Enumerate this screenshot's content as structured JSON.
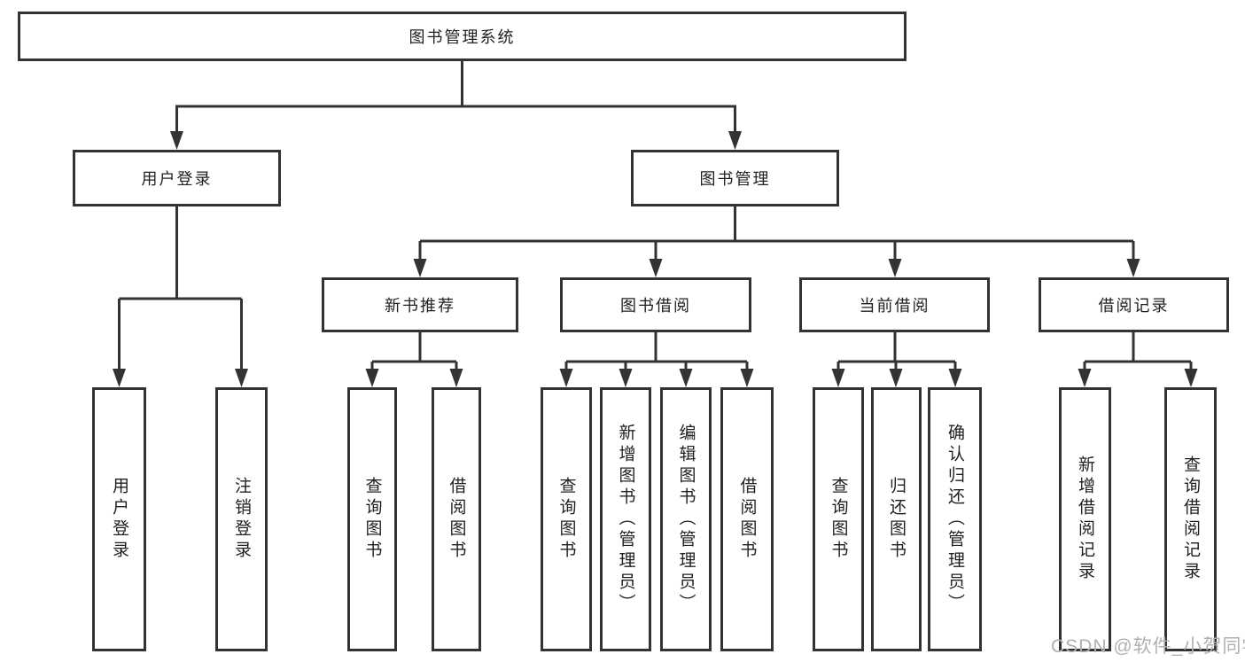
{
  "diagram_type": "functional-structure-tree",
  "tree": {
    "label": "图书管理系统",
    "children": [
      {
        "label": "用户登录",
        "children": [
          {
            "label": "用户登录"
          },
          {
            "label": "注销登录"
          }
        ]
      },
      {
        "label": "图书管理",
        "children": [
          {
            "label": "新书推荐",
            "children": [
              {
                "label": "查询图书"
              },
              {
                "label": "借阅图书"
              }
            ]
          },
          {
            "label": "图书借阅",
            "children": [
              {
                "label": "查询图书"
              },
              {
                "label": "新增图书（管理员）"
              },
              {
                "label": "编辑图书（管理员）"
              },
              {
                "label": "借阅图书"
              }
            ]
          },
          {
            "label": "当前借阅",
            "children": [
              {
                "label": "查询图书"
              },
              {
                "label": "归还图书"
              },
              {
                "label": "确认归还（管理员）"
              }
            ]
          },
          {
            "label": "借阅记录",
            "children": [
              {
                "label": "新增借阅记录"
              },
              {
                "label": "查询借阅记录"
              }
            ]
          }
        ]
      }
    ]
  },
  "watermark": {
    "text": "CSDN @软件_小贺同学"
  },
  "colors": {
    "line": "#333333",
    "box_border": "#333333",
    "box_background": "#ffffff",
    "text": "#1f1f1f",
    "watermark": "#b0b0b0",
    "background": "#ffffff"
  }
}
